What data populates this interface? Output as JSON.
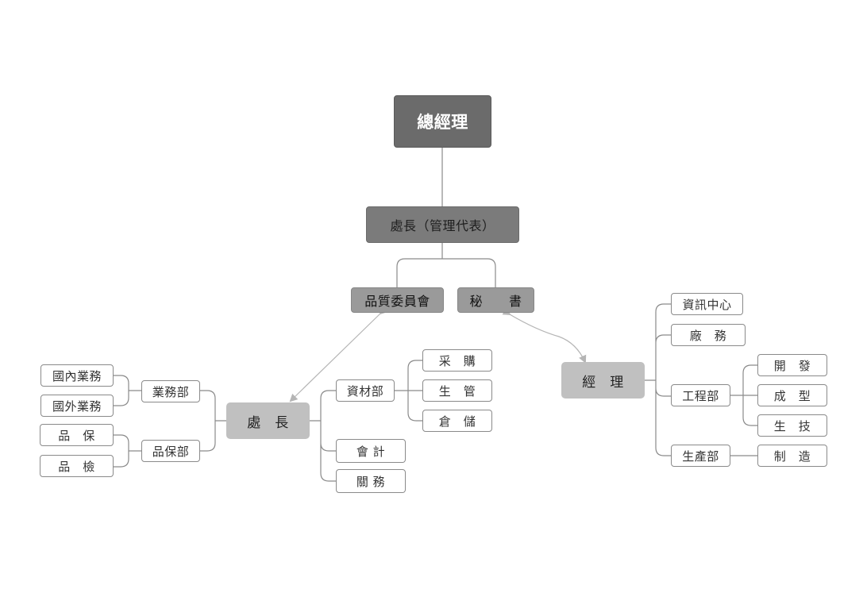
{
  "nodes": {
    "general_manager": "總經理",
    "director_rep": "處長（管理代表）",
    "quality_committee": "品質委員會",
    "secretary": "秘　　書",
    "director": "處　長",
    "manager": "經　理",
    "sales_dept": "業務部",
    "domestic_sales": "國內業務",
    "foreign_sales": "國外業務",
    "qa_dept": "品保部",
    "quality_assurance": "品　保",
    "quality_inspection": "品　檢",
    "materials_dept": "資材部",
    "purchasing": "采　購",
    "production_control": "生　管",
    "warehouse": "倉　儲",
    "accounting": "會 計",
    "customs": "關 務",
    "it_center": "資訊中心",
    "factory_affairs": "廠　務",
    "engineering_dept": "工程部",
    "development": "開　發",
    "molding": "成　型",
    "production_tech": "生　技",
    "production_dept": "生產部",
    "manufacturing": "制　造"
  }
}
